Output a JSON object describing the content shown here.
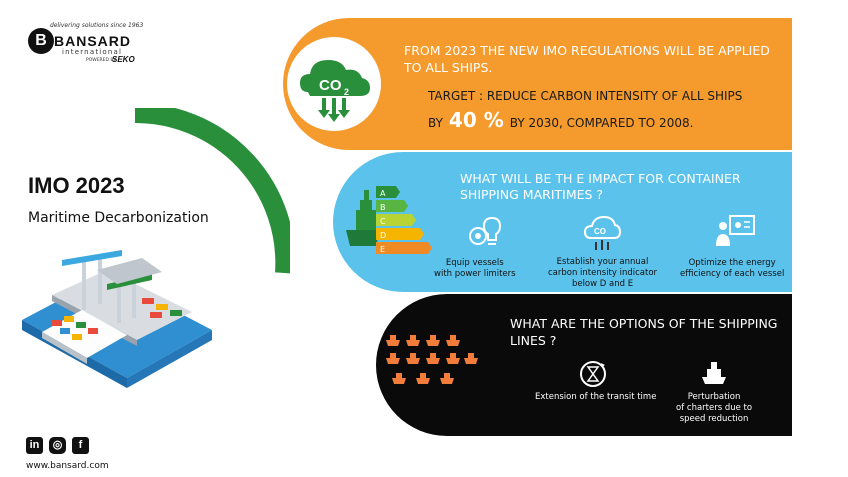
{
  "brand": {
    "tagline": "delivering solutions since 1963",
    "b_letter": "B",
    "name": "BANSARD",
    "sub": "international",
    "powered": "POWERED BY",
    "seko": "SEKO"
  },
  "heading": {
    "title": "IMO 2023",
    "subtitle": "Maritime Decarbonization"
  },
  "orange_band": {
    "line1": "FROM 2023 THE NEW IMO REGULATIONS WILL BE APPLIED",
    "line2": "TO ALL SHIPS.",
    "target_line1": "TARGET : REDUCE CARBON INTENSITY OF ALL SHIPS",
    "target_by": "BY",
    "target_value": "40 %",
    "target_rest": "BY 2030, COMPARED TO 2008.",
    "co2_main": "CO",
    "co2_sub": "2"
  },
  "blue_band": {
    "heading_line1": "WHAT WILL BE TH E IMPACT FOR CONTAINER",
    "heading_line2": "SHIPPING MARITIMES  ?",
    "energy_grades": [
      "A",
      "B",
      "C",
      "D",
      "E"
    ],
    "items": [
      {
        "line1": "Equip vessels",
        "line2": "with  power limiters",
        "line3": ""
      },
      {
        "line1": "Establish your annual",
        "line2": "carbon intensity indicator",
        "line3": "below D and E"
      },
      {
        "line1": "Optimize the energy",
        "line2": "efficiency of each vessel",
        "line3": ""
      }
    ]
  },
  "black_band": {
    "heading_line1": "WHAT ARE THE OPTIONS OF THE SHIPPING",
    "heading_line2": "LINES ?",
    "items": [
      {
        "line1": "Extension of the transit time",
        "line2": "",
        "line3": ""
      },
      {
        "line1": "Perturbation",
        "line2": "of charters due to",
        "line3": "speed reduction"
      }
    ]
  },
  "footer": {
    "social": [
      "in",
      "◎",
      "f"
    ],
    "website": "www.bansard.com"
  },
  "colors": {
    "orange": "#f59a2c",
    "blue": "#5bc2eb",
    "black": "#0a0a0a",
    "green": "#2a8f3b",
    "ship_icon": "#f27c3a"
  }
}
